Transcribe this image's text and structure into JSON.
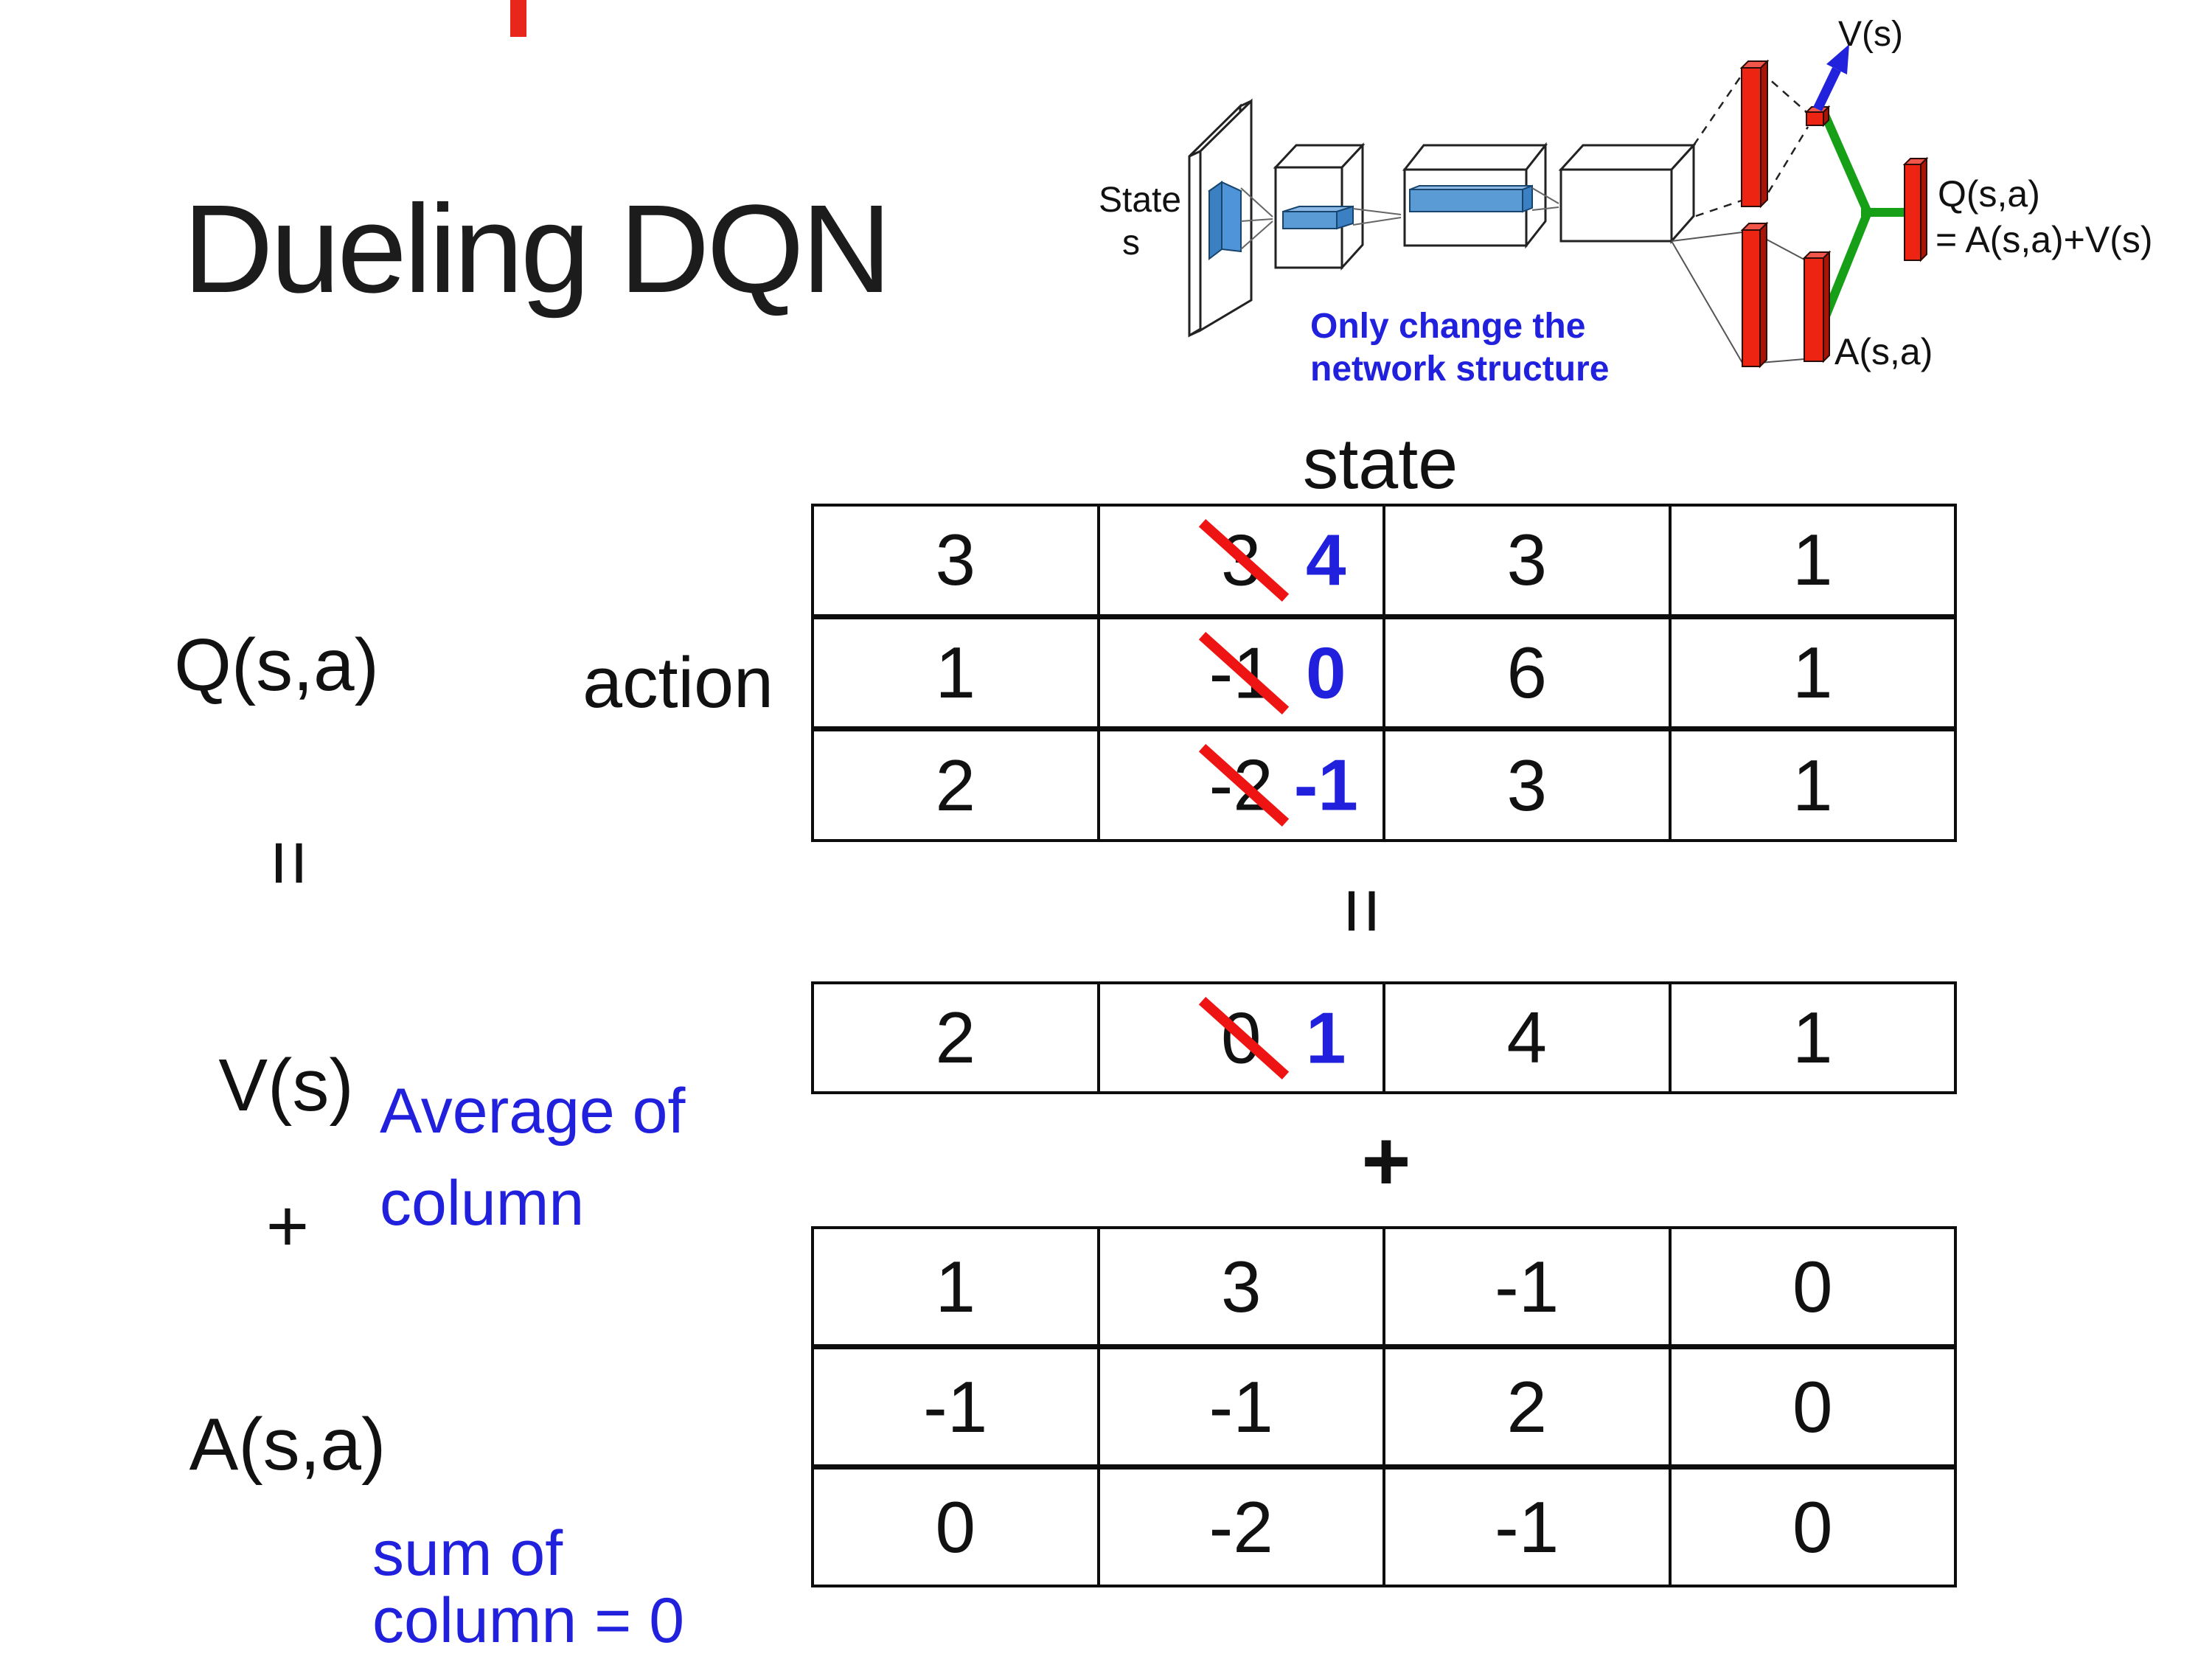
{
  "slide": {
    "title": "Dueling DQN"
  },
  "colors": {
    "accent_blue": "#2121dd",
    "strike_red": "#ee1414",
    "bar_red": "#ee2413",
    "connector_green": "#17a017"
  },
  "diagram": {
    "input_label_line1": "State",
    "input_label_line2": "s",
    "note_line1": "Only change the",
    "note_line2": "network structure",
    "v_output_label": "V(s)",
    "q_output_label": "Q(s,a)",
    "q_output_formula": "= A(s,a)+V(s)",
    "a_output_label": "A(s,a)"
  },
  "equation": {
    "q_label": "Q(s,a)",
    "equals_left": "=",
    "v_label": "V(s)",
    "v_note_line1": "Average of",
    "v_note_line2": "column",
    "plus_left": "+",
    "a_label": "A(s,a)",
    "a_note_line1": "sum of",
    "a_note_line2": "column = 0",
    "state_header": "state",
    "action_header": "action",
    "equals_mid": "=",
    "plus_mid": "+"
  },
  "tables": {
    "q": {
      "name": "q-value-table",
      "rows": [
        [
          {
            "v": "3"
          },
          {
            "old": "3",
            "new": "4"
          },
          {
            "v": "3"
          },
          {
            "v": "1"
          }
        ],
        [
          {
            "v": "1"
          },
          {
            "old": "-1",
            "new": "0"
          },
          {
            "v": "6"
          },
          {
            "v": "1"
          }
        ],
        [
          {
            "v": "2"
          },
          {
            "old": "-2",
            "new": "-1"
          },
          {
            "v": "3"
          },
          {
            "v": "1"
          }
        ]
      ]
    },
    "v": {
      "name": "state-value-table",
      "rows": [
        [
          {
            "v": "2"
          },
          {
            "old": "0",
            "new": "1"
          },
          {
            "v": "4"
          },
          {
            "v": "1"
          }
        ]
      ]
    },
    "a": {
      "name": "advantage-table",
      "rows": [
        [
          {
            "v": "1"
          },
          {
            "v": "3"
          },
          {
            "v": "-1"
          },
          {
            "v": "0"
          }
        ],
        [
          {
            "v": "-1"
          },
          {
            "v": "-1"
          },
          {
            "v": "2"
          },
          {
            "v": "0"
          }
        ],
        [
          {
            "v": "0"
          },
          {
            "v": "-2"
          },
          {
            "v": "-1"
          },
          {
            "v": "0"
          }
        ]
      ]
    }
  }
}
